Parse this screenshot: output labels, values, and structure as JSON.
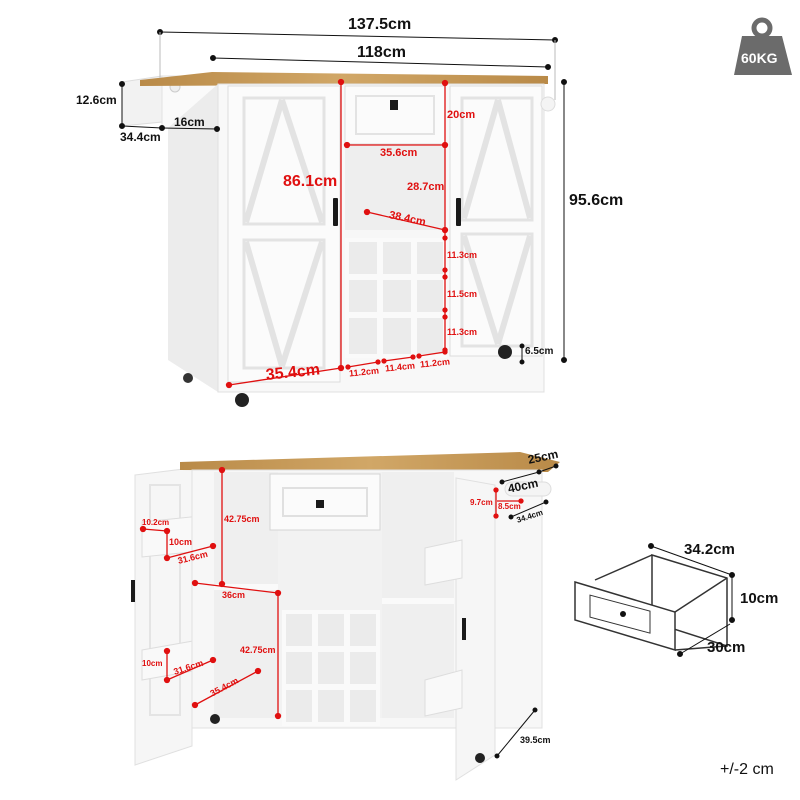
{
  "weight_badge": {
    "label": "60KG",
    "color": "#6b6b6b"
  },
  "tolerance": "+/-2 cm",
  "colors": {
    "dimension_red": "#e01010",
    "dimension_black": "#111111",
    "countertop": "#c4995a",
    "cabinet_white": "#f7f7f7"
  },
  "front_view": {
    "overall_width": "137.5cm",
    "cabinet_width": "118cm",
    "overall_height": "95.6cm",
    "cabinet_height": "86.1cm",
    "towel_rack_height": "12.6cm",
    "towel_rack_width": "16cm",
    "towel_rack_depth": "34.4cm",
    "drawer_height": "20cm",
    "open_shelf_width": "35.6cm",
    "open_shelf_height": "28.7cm",
    "open_shelf_depth": "38.4cm",
    "wine_rack_row_heights": [
      "11.3cm",
      "11.5cm",
      "11.3cm"
    ],
    "wine_rack_col_widths": [
      "11.2cm",
      "11.4cm",
      "11.2cm"
    ],
    "door_width": "35.4cm",
    "caster_height": "6.5cm"
  },
  "open_view": {
    "countertop_overhang": "25cm",
    "side_depth": "40cm",
    "towel_rack_depth": "34.4cm",
    "hook_height": "9.7cm",
    "hook_width": "8.5cm",
    "door_shelf_top_width": "10.2cm",
    "door_shelf_top_height": "10cm",
    "door_shelf_top_length": "31.6cm",
    "cabinet_upper_height": "42.75cm",
    "cabinet_shelf_width": "36cm",
    "cabinet_lower_height": "42.75cm",
    "door_shelf_bottom_height": "10cm",
    "door_shelf_bottom_length": "31.6cm",
    "cabinet_depth": "35.4cm",
    "right_door_depth": "39.5cm"
  },
  "drawer_detail": {
    "width": "34.2cm",
    "height": "10cm",
    "depth": "30cm"
  }
}
